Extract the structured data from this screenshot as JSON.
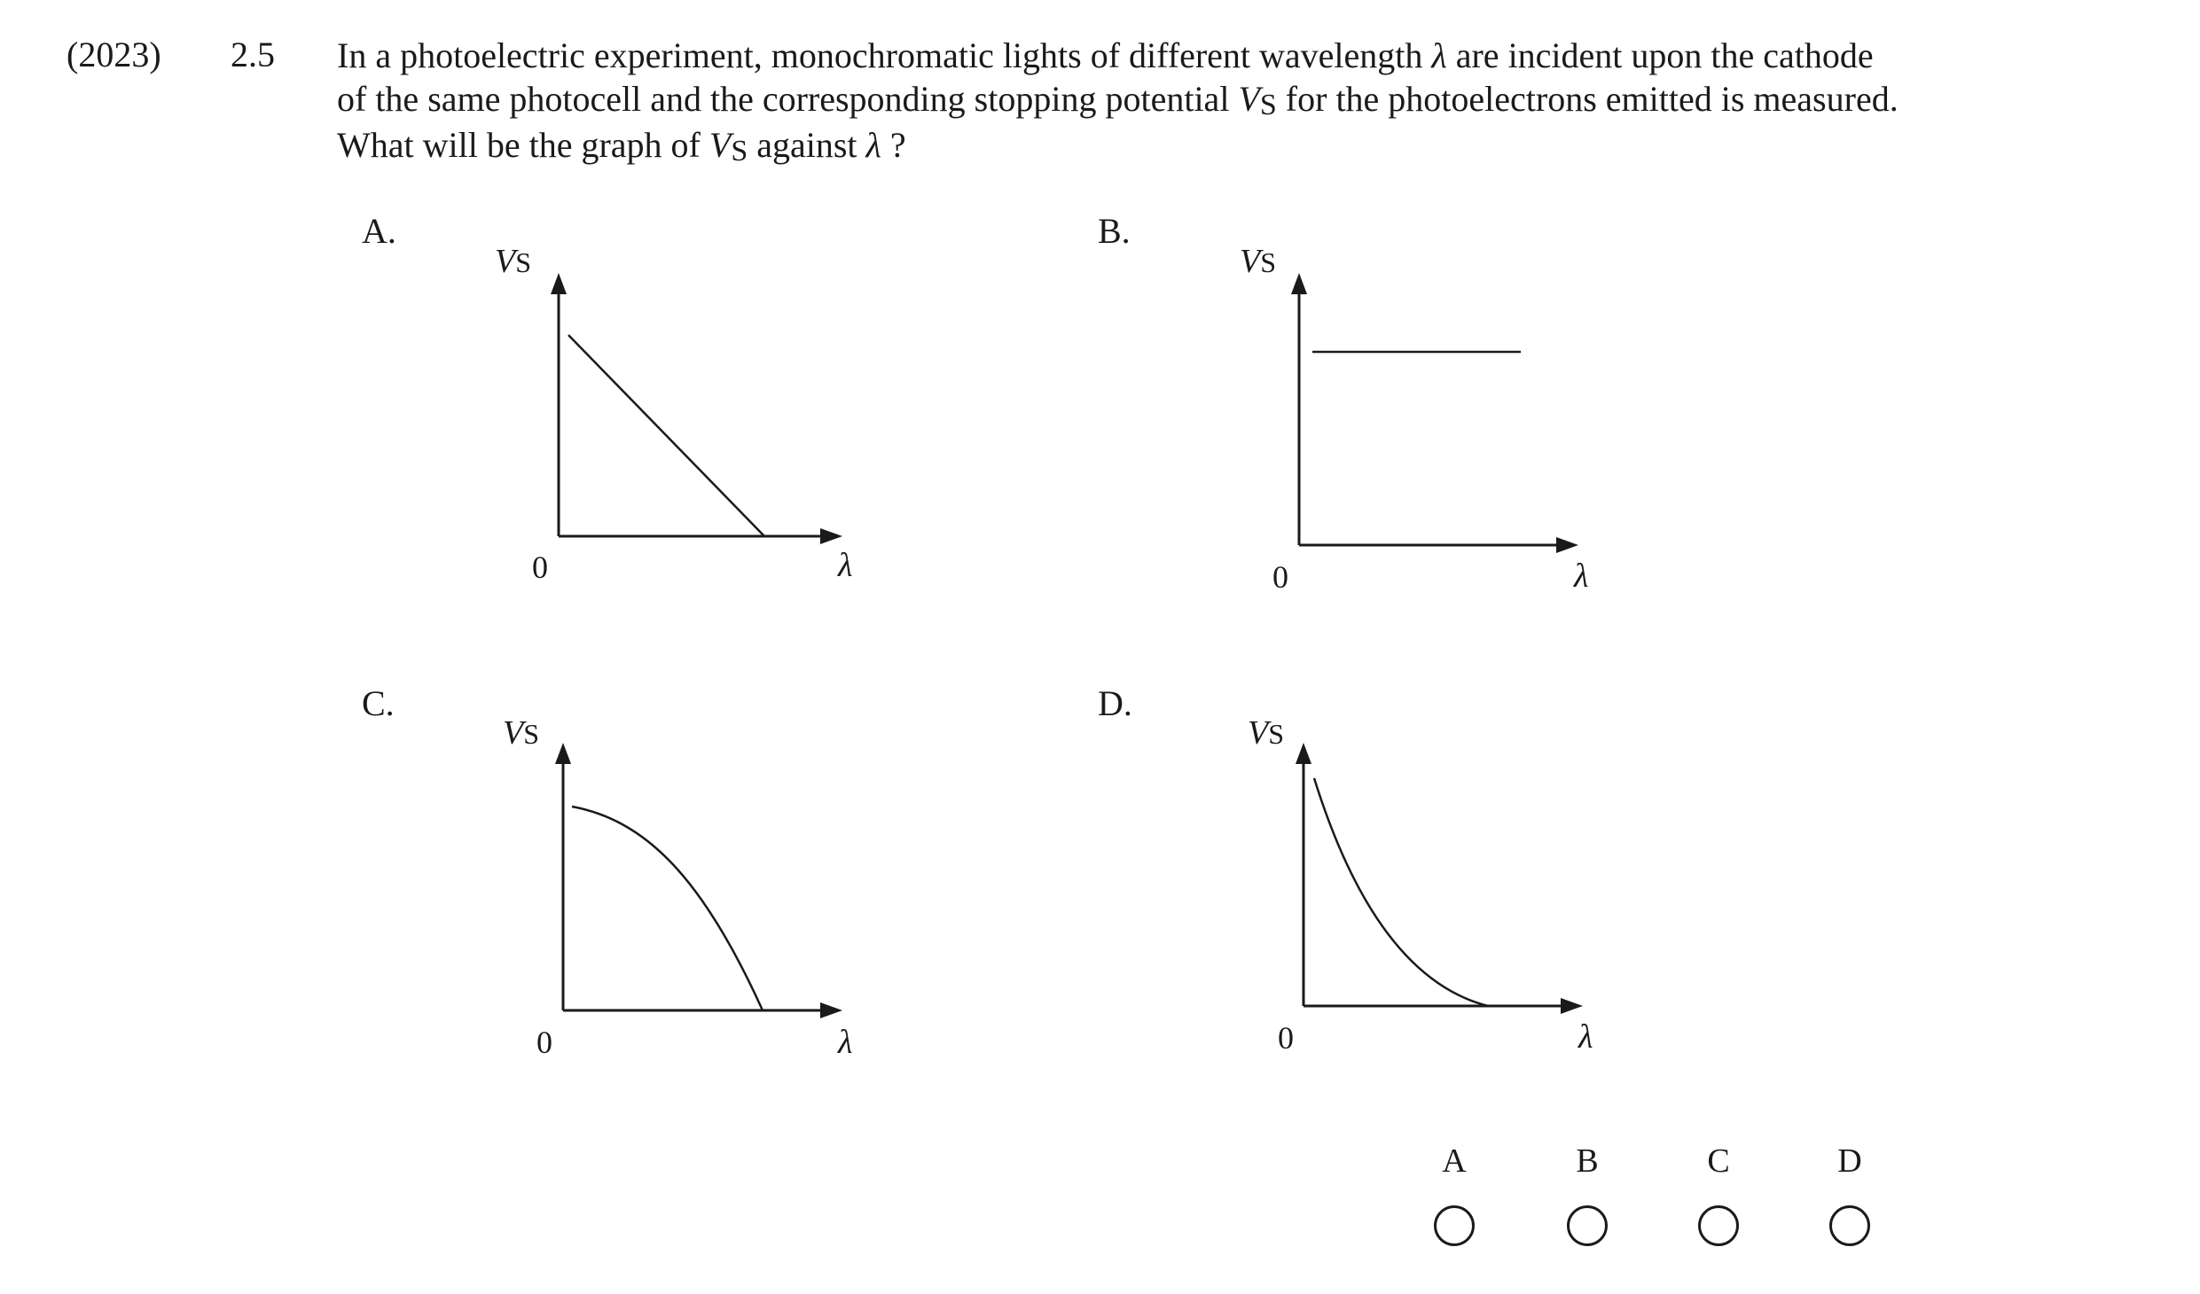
{
  "year": "(2023)",
  "question_number": "2.5",
  "stem": {
    "line1_a": "In a photoelectric experiment, monochromatic lights of different wavelength ",
    "lambda": "λ",
    "line1_b": " are incident upon the cathode",
    "line2_a": "of the same photocell and the corresponding stopping potential ",
    "vs_v": "V",
    "vs_s": "S",
    "line2_b": " for the photoelectrons emitted is measured.",
    "line3_a": "What will be the graph of ",
    "line3_b": " against ",
    "line3_c": " ?"
  },
  "options": [
    {
      "letter": "A.",
      "y_axis": "V",
      "y_sub": "S",
      "x_axis": "λ",
      "origin": "0",
      "shape": "straight line decreasing"
    },
    {
      "letter": "B.",
      "y_axis": "V",
      "y_sub": "S",
      "x_axis": "λ",
      "origin": "0",
      "shape": "horizontal line"
    },
    {
      "letter": "C.",
      "y_axis": "V",
      "y_sub": "S",
      "x_axis": "λ",
      "origin": "0",
      "shape": "concave-down curve decreasing"
    },
    {
      "letter": "D.",
      "y_axis": "V",
      "y_sub": "S",
      "x_axis": "λ",
      "origin": "0",
      "shape": "concave-up curve decreasing"
    }
  ],
  "answer_choices": [
    "A",
    "B",
    "C",
    "D"
  ],
  "colors": {
    "ink": "#1a1a1a",
    "background": "#ffffff"
  }
}
